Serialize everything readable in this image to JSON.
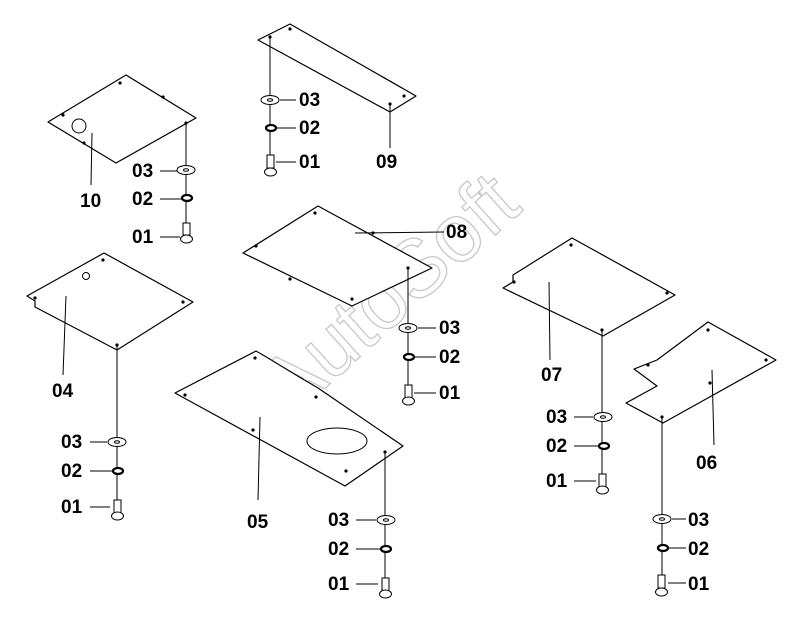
{
  "watermark": "AutoSoft",
  "parts": {
    "p01": "01",
    "p02": "02",
    "p03": "03",
    "p04": "04",
    "p05": "05",
    "p06": "06",
    "p07": "07",
    "p08": "08",
    "p09": "09",
    "p10": "10"
  }
}
